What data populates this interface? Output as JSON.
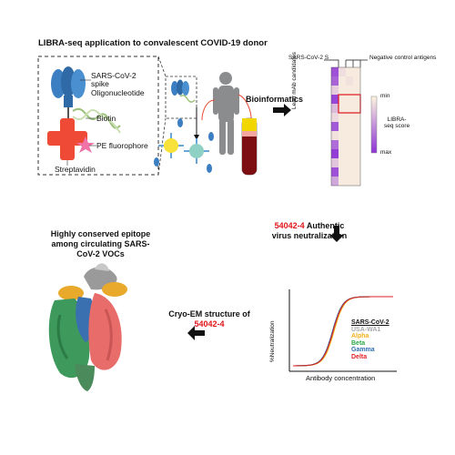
{
  "title": "LIBRA-seq application to convalescent COVID-19 donor",
  "inset_labels": {
    "spike": "SARS-CoV-2\nspike",
    "oligo": "Oligonucleotide",
    "biotin": "Biotin",
    "pe": "PE fluorophore",
    "strep": "Streptavidin"
  },
  "bioinformatics": "Bioinformatics",
  "heatmap": {
    "spike_label": "SARS-CoV-2 S",
    "neg_label": "Negative control antigens",
    "y_label": "Lead mAb candidates",
    "legend_min": "min",
    "legend_max": "max",
    "legend_title": "LIBRA-\nseq score",
    "cells": [
      [
        0.85,
        0.12,
        0.05,
        0.05
      ],
      [
        0.75,
        0.05,
        0.1,
        0.05
      ],
      [
        0.2,
        0.05,
        0.05,
        0.05
      ],
      [
        0.9,
        0.05,
        0.05,
        0.05
      ],
      [
        0.3,
        0.05,
        0.05,
        0.05
      ],
      [
        0.15,
        0.05,
        0.05,
        0.05
      ],
      [
        0.8,
        0.05,
        0.05,
        0.05
      ],
      [
        0.1,
        0.05,
        0.05,
        0.05
      ],
      [
        0.7,
        0.05,
        0.05,
        0.05
      ],
      [
        0.95,
        0.05,
        0.05,
        0.05
      ],
      [
        0.25,
        0.05,
        0.05,
        0.05
      ],
      [
        0.85,
        0.05,
        0.05,
        0.05
      ],
      [
        0.4,
        0.05,
        0.05,
        0.05
      ]
    ],
    "highlight_row": 3
  },
  "neutralization": {
    "id": "54042-4",
    "rest": " Authentic\nvirus neutralization"
  },
  "epitope": "Highly conserved epitope\namong circulating SARS-\nCoV-2 VOCs",
  "cryoem": {
    "prefix": "Cryo-EM structure of",
    "id": "54042-4"
  },
  "chart_data": {
    "type": "line",
    "title": "",
    "xlabel": "Antibody concentration",
    "ylabel": "%Neutralization",
    "series": [
      {
        "name": "SARS-CoV-2",
        "color": "#111111",
        "midpoint": 0.395
      },
      {
        "name": "USA-WA1",
        "color": "#a7a9ac",
        "midpoint": 0.405
      },
      {
        "name": "Alpha",
        "color": "#f3b11b",
        "midpoint": 0.41
      },
      {
        "name": "Beta",
        "color": "#2aa84a",
        "midpoint": 0.4
      },
      {
        "name": "Gamma",
        "color": "#2f6fb3",
        "midpoint": 0.395
      },
      {
        "name": "Delta",
        "color": "#e21f26",
        "midpoint": 0.4
      }
    ],
    "grid": false,
    "legend": "right"
  },
  "colors": {
    "spike": "#3b7fc2",
    "streptavidin": "#ee4a36",
    "oligo": "#9cc27b",
    "fluor": "#f072a6",
    "arrow": "#111111",
    "heat_low": "#fdf5df",
    "heat_high": "#8d33d6",
    "highlight": "#e0161b"
  }
}
